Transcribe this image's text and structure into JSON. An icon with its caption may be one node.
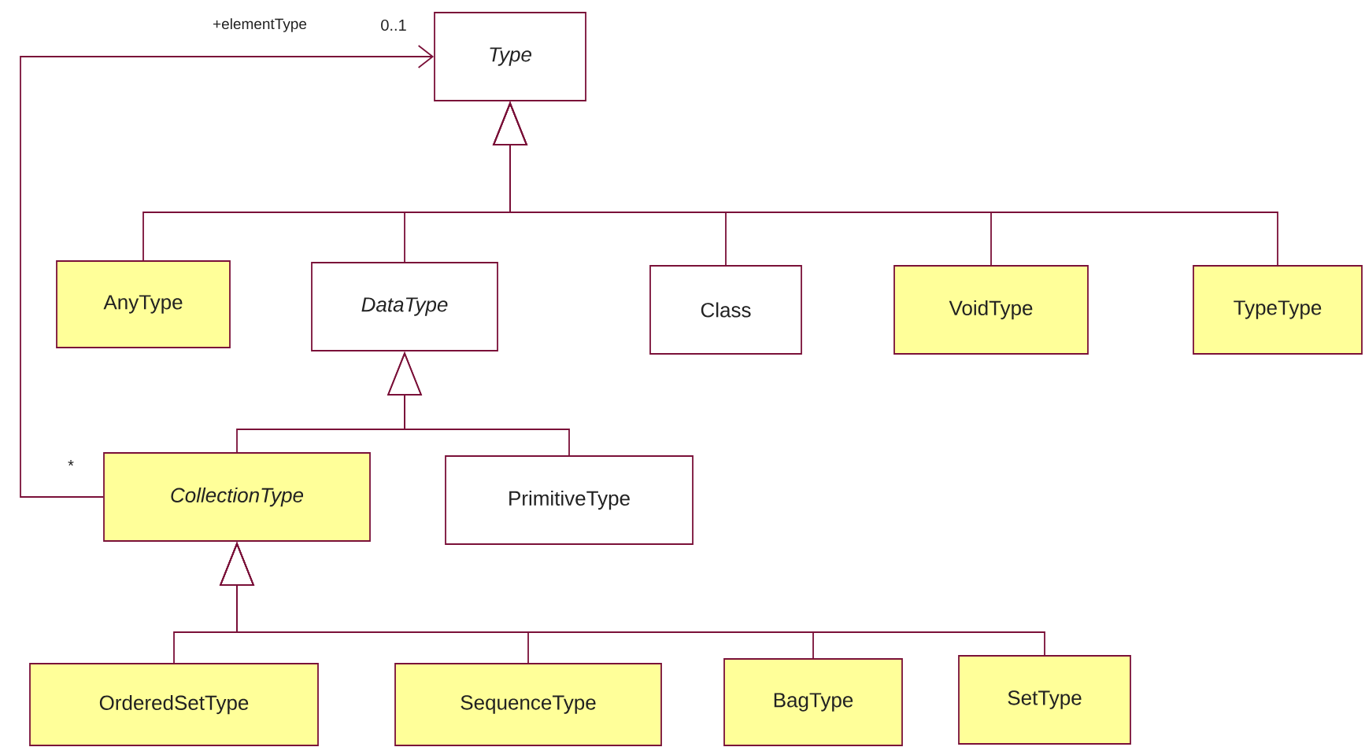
{
  "diagram": {
    "nodes": [
      {
        "text": [
          "Type"
        ]
      },
      {
        "text": [
          "AnyType"
        ]
      },
      {
        "text": [
          "DataType"
        ]
      },
      {
        "text": [
          "Class"
        ]
      },
      {
        "text": [
          "VoidType"
        ]
      },
      {
        "text": [
          "TypeType"
        ]
      },
      {
        "text": [
          "CollectionType"
        ]
      },
      {
        "text": [
          "PrimitiveType"
        ]
      },
      {
        "text": [
          "OrderedSetType"
        ]
      },
      {
        "text": [
          "SequenceType"
        ]
      },
      {
        "text": [
          "BagType"
        ]
      },
      {
        "text": [
          "SetType"
        ]
      }
    ],
    "edges": [
      {
        "from": 1,
        "to": 0,
        "arrow": "to"
      },
      {
        "from": 2,
        "to": 0,
        "arrow": "to"
      },
      {
        "from": 3,
        "to": 0,
        "arrow": "to"
      },
      {
        "from": 4,
        "to": 0,
        "arrow": "to"
      },
      {
        "from": 5,
        "to": 0,
        "arrow": "to"
      },
      {
        "from": 6,
        "to": 2,
        "arrow": "to"
      },
      {
        "from": 7,
        "to": 2,
        "arrow": "to"
      },
      {
        "from": 8,
        "to": 6,
        "arrow": "to"
      },
      {
        "from": 9,
        "to": 6,
        "arrow": "to"
      },
      {
        "from": 10,
        "to": 6,
        "arrow": "to"
      },
      {
        "from": 11,
        "to": 6,
        "arrow": "to"
      },
      {
        "from": 6,
        "to": 0,
        "arrow": "to",
        "label": "+elementType"
      }
    ],
    "labels": [
      "0..1",
      "*"
    ]
  }
}
